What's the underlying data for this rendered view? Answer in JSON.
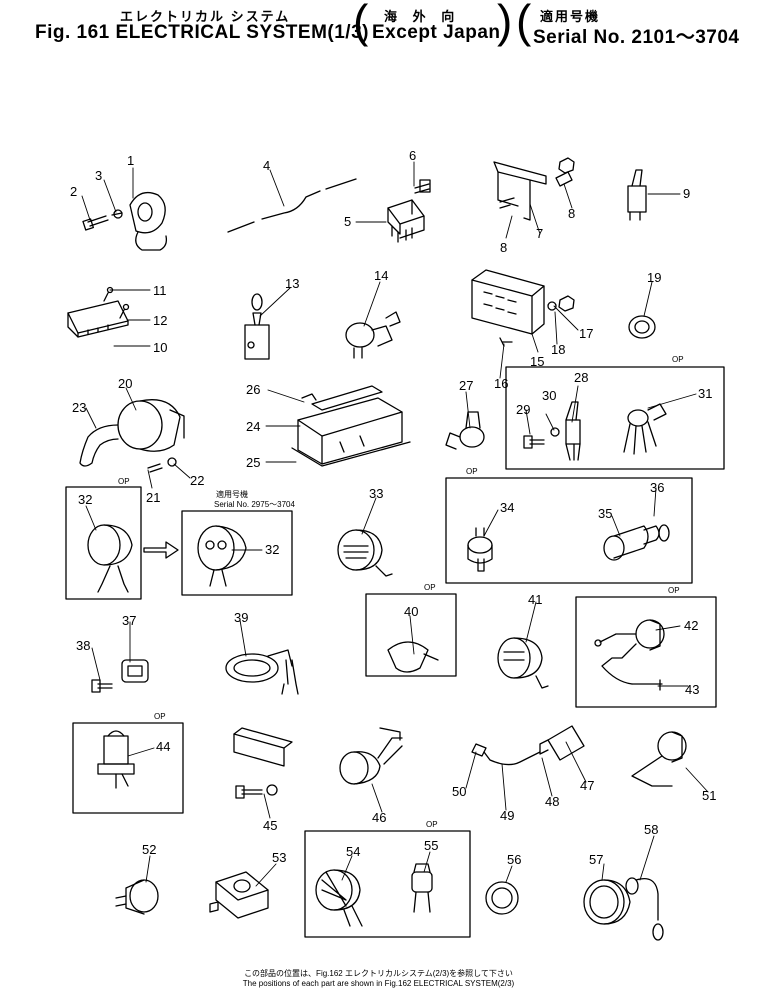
{
  "header": {
    "title_jp": "エレクトリカル システム",
    "title_en": "Fig. 161 ELECTRICAL SYSTEM(1/3)",
    "region_jp": "海 外 向",
    "region_en": "Except Japan",
    "serial_jp": "適用号機",
    "serial_en": "Serial No. 2101～3704"
  },
  "callouts": [
    "1",
    "2",
    "3",
    "4",
    "5",
    "6",
    "7",
    "8",
    "8",
    "9",
    "10",
    "11",
    "12",
    "13",
    "14",
    "15",
    "16",
    "17",
    "18",
    "19",
    "20",
    "21",
    "22",
    "23",
    "24",
    "25",
    "26",
    "27",
    "28",
    "29",
    "30",
    "31",
    "32",
    "32",
    "33",
    "34",
    "35",
    "36",
    "37",
    "38",
    "39",
    "40",
    "41",
    "42",
    "43",
    "44",
    "45",
    "46",
    "47",
    "48",
    "49",
    "50",
    "51",
    "52",
    "53",
    "54",
    "55",
    "56",
    "57",
    "58"
  ],
  "option_label": "OP",
  "serial_note_jp": "適用号機",
  "serial_note_en": "Serial No. 2975～3704",
  "footer": {
    "jp": "この部品の位置は、Fig.162 エレクトリカルシステム(2/3)を参照して下さい",
    "en": "The positions of each part are shown in Fig.162 ELECTRICAL SYSTEM(2/3)"
  }
}
